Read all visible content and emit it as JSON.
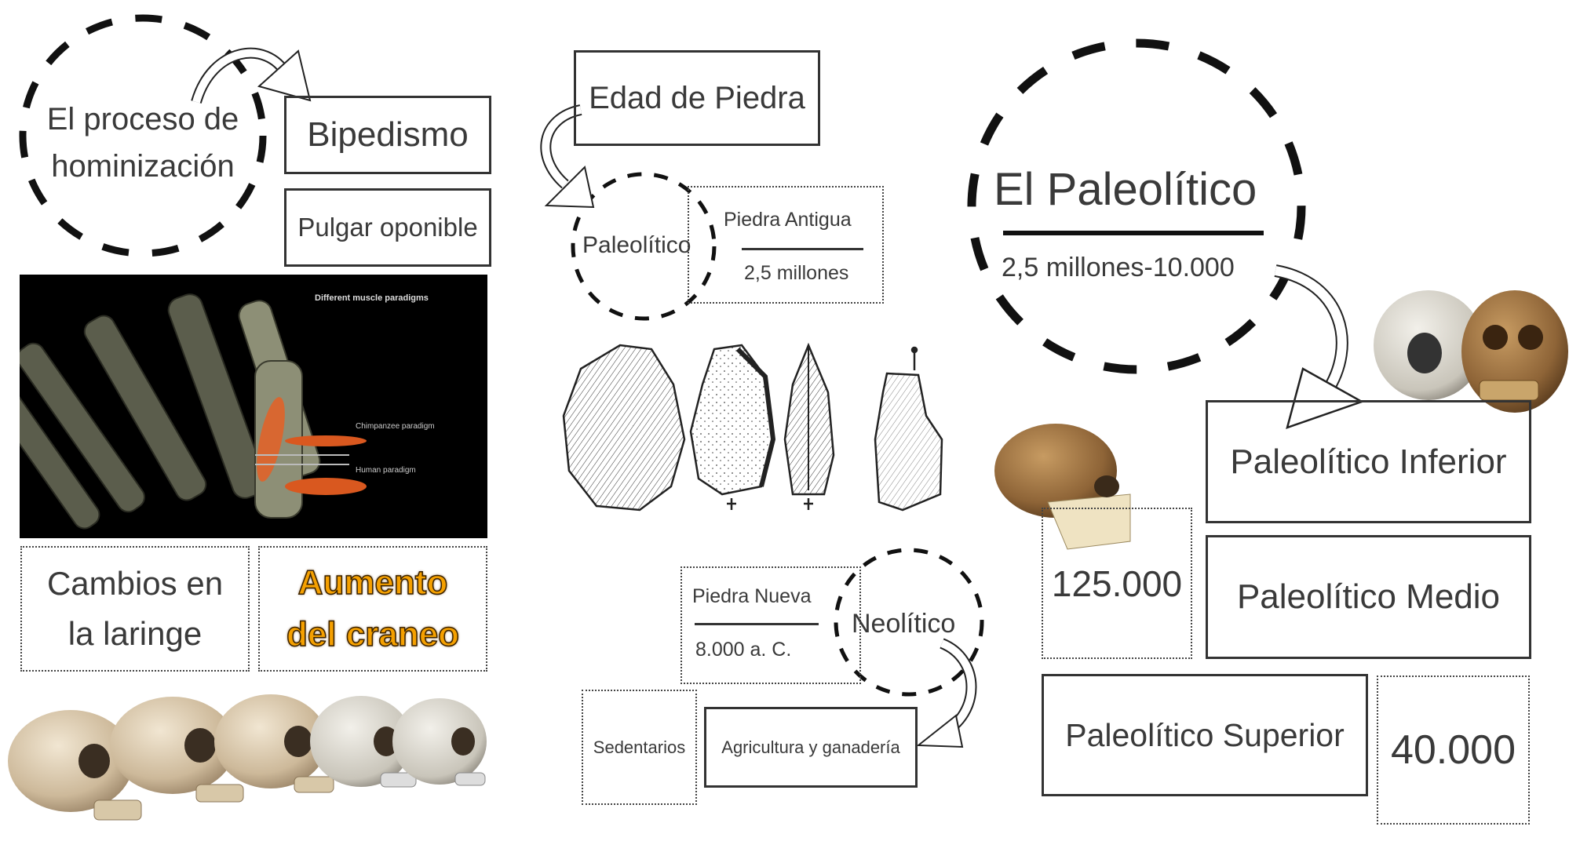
{
  "left": {
    "hominization_title": [
      "El proceso de",
      "hominización"
    ],
    "bipedism": "Bipedismo",
    "thumb": "Pulgar oponible",
    "hand_image": {
      "title": "Different muscle paradigms",
      "chimp": "Chimpanzee paradigm",
      "human": "Human paradigm"
    },
    "larynx": [
      "Cambios en",
      "la laringe"
    ],
    "skull_growth": [
      "Aumento",
      "del craneo"
    ],
    "accent_color": "#f5a000"
  },
  "middle": {
    "stone_age": "Edad de Piedra",
    "paleolithic": "Paleolítico",
    "old_stone": "Piedra Antigua",
    "old_stone_date": "2,5 millones",
    "new_stone": "Piedra Nueva",
    "new_stone_date": "8.000 a. C.",
    "neolithic": "Neolítico",
    "sedentary": "Sedentarios",
    "agriculture": "Agricultura y ganadería"
  },
  "right": {
    "title": "El Paleolítico",
    "range": "2,5 millones-10.000",
    "lower": "Paleolítico Inferior",
    "middle": "Paleolítico Medio",
    "upper": "Paleolítico Superior",
    "middle_date": "125.000",
    "upper_date": "40.000"
  }
}
